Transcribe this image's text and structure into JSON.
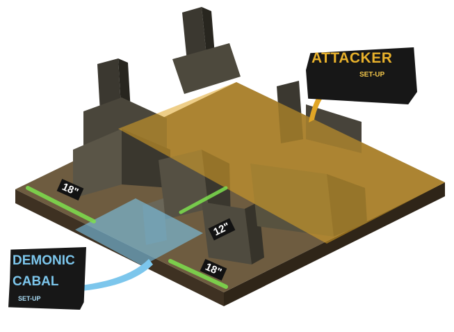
{
  "zones": {
    "attacker": {
      "title": "ATTACKER",
      "subtitle": "SET-UP",
      "color": "#e0a526"
    },
    "defender": {
      "title_line1": "DEMONIC",
      "title_line2": "CABAL",
      "subtitle": "SET-UP",
      "color": "#7cc6ec"
    }
  },
  "distances": [
    {
      "label": "18\""
    },
    {
      "label": "12\""
    },
    {
      "label": "18\""
    }
  ],
  "icons": [
    "arrow-attacker-icon",
    "arrow-defender-icon",
    "distance-marker-icon"
  ],
  "colors": {
    "board_top": "#6e5c40",
    "board_edge": "#4a3b28",
    "measure": "#7ee04d",
    "buildings": "#5a5547"
  }
}
